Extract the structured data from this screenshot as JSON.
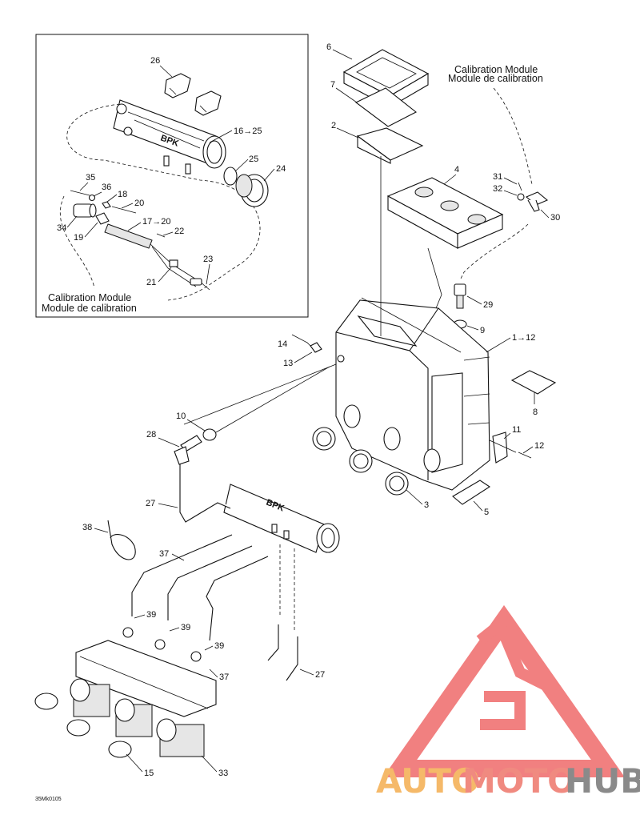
{
  "inset": {
    "caption_en": "Calibration Module",
    "caption_fr": "Module de calibration"
  },
  "main": {
    "caption_en": "Calibration Module",
    "caption_fr": "Module de calibration"
  },
  "labels": {
    "l26": "26",
    "l16_25": "16→25",
    "l25": "25",
    "l24": "24",
    "l35": "35",
    "l36": "36",
    "l18": "18",
    "l20": "20",
    "l34": "34",
    "l17_20": "17→20",
    "l19": "19",
    "l22": "22",
    "l23": "23",
    "l21": "21",
    "l6": "6",
    "l7": "7",
    "l2": "2",
    "l4": "4",
    "l31": "31",
    "l32": "32",
    "l30": "30",
    "l29": "29",
    "l9": "9",
    "l1_12": "1→12",
    "l14": "14",
    "l13": "13",
    "l8": "8",
    "l10": "10",
    "l28": "28",
    "l11": "11",
    "l12": "12",
    "l3": "3",
    "l5": "5",
    "l27a": "27",
    "l38": "38",
    "l37a": "37",
    "l39a": "39",
    "l39b": "39",
    "l39c": "39",
    "l37b": "37",
    "l27b": "27",
    "l15": "15",
    "l33": "33"
  },
  "figure_code": "35Mk0105",
  "watermark": {
    "part1": "AUTO",
    "part2": "MOTO",
    "part3": "HUB",
    "color1": "#f5b969",
    "color2": "#f08a80",
    "color3": "#8a8a8a",
    "logo_color": "#ef6a6a"
  }
}
